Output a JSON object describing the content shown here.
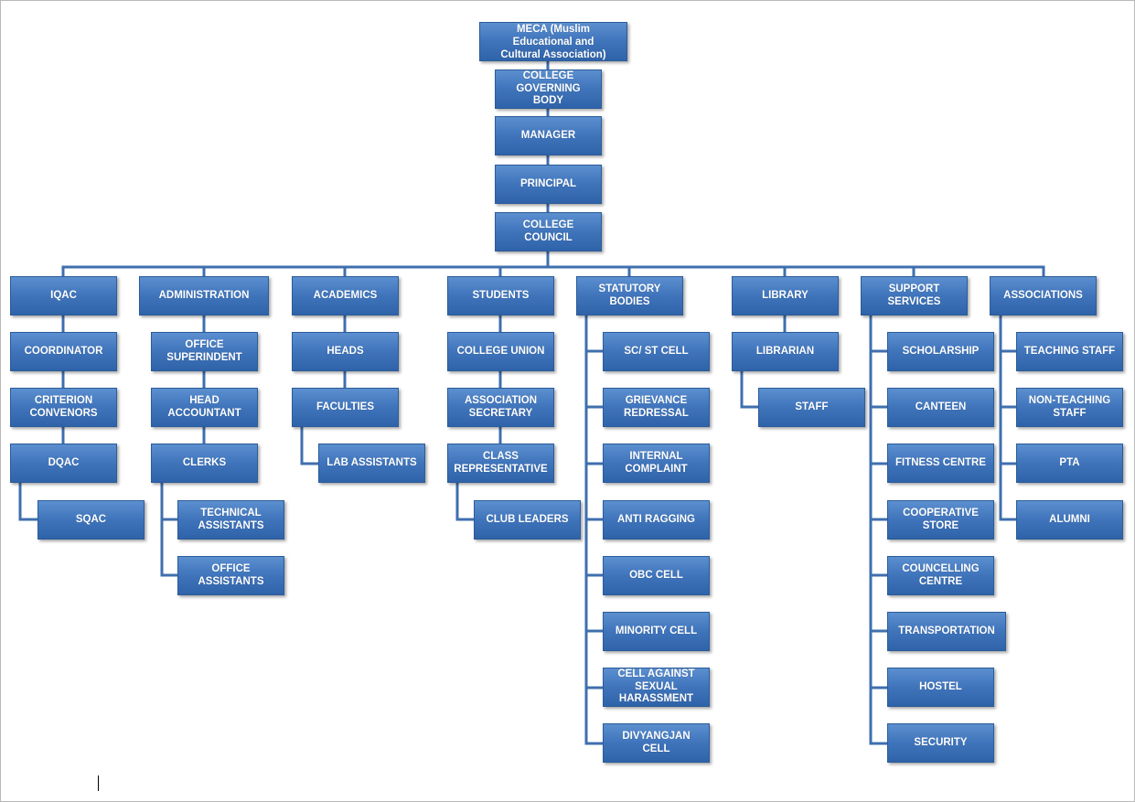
{
  "org_chart": {
    "top": {
      "meca": "MECA (Muslim\nEducational and\nCultural Association)",
      "governing_body": "COLLEGE\nGOVERNING\nBODY",
      "manager": "MANAGER",
      "principal": "PRINCIPAL",
      "council": "COLLEGE\nCOUNCIL"
    },
    "iqac": {
      "label": "IQAC",
      "coordinator": "COORDINATOR",
      "criterion": "CRITERION\nCONVENORS",
      "dqac": "DQAC",
      "sqac": "SQAC"
    },
    "administration": {
      "label": "ADMINISTRATION",
      "office_superintendent": "OFFICE\nSUPERINDENT",
      "head_accountant": "HEAD\nACCOUNTANT",
      "clerks": "CLERKS",
      "technical_assistants": "TECHNICAL\nASSISTANTS",
      "office_assistants": "OFFICE\nASSISTANTS"
    },
    "academics": {
      "label": "ACADEMICS",
      "heads": "HEADS",
      "faculties": "FACULTIES",
      "lab_assistants": "LAB ASSISTANTS"
    },
    "students": {
      "label": "STUDENTS",
      "college_union": "COLLEGE UNION",
      "association_secretary": "ASSOCIATION\nSECRETARY",
      "class_representative": "CLASS\nREPRESENTATIVE",
      "club_leaders": "CLUB LEADERS"
    },
    "statutory": {
      "label": "STATUTORY\nBODIES",
      "items": [
        "SC/ ST CELL",
        "GRIEVANCE\nREDRESSAL",
        "INTERNAL\nCOMPLAINT",
        "ANTI RAGGING",
        "OBC CELL",
        "MINORITY CELL",
        "CELL AGAINST\nSEXUAL\nHARASSMENT",
        "DIVYANGJAN\nCELL"
      ]
    },
    "library": {
      "label": "LIBRARY",
      "librarian": "LIBRARIAN",
      "staff": "STAFF"
    },
    "support": {
      "label": "SUPPORT\nSERVICES",
      "items": [
        "SCHOLARSHIP",
        "CANTEEN",
        "FITNESS CENTRE",
        "COOPERATIVE\nSTORE",
        "COUNCELLING\nCENTRE",
        "TRANSPORTATION",
        "HOSTEL",
        "SECURITY"
      ]
    },
    "associations": {
      "label": "ASSOCIATIONS",
      "items": [
        "TEACHING STAFF",
        "NON-TEACHING\nSTAFF",
        "PTA",
        "ALUMNI"
      ]
    }
  }
}
